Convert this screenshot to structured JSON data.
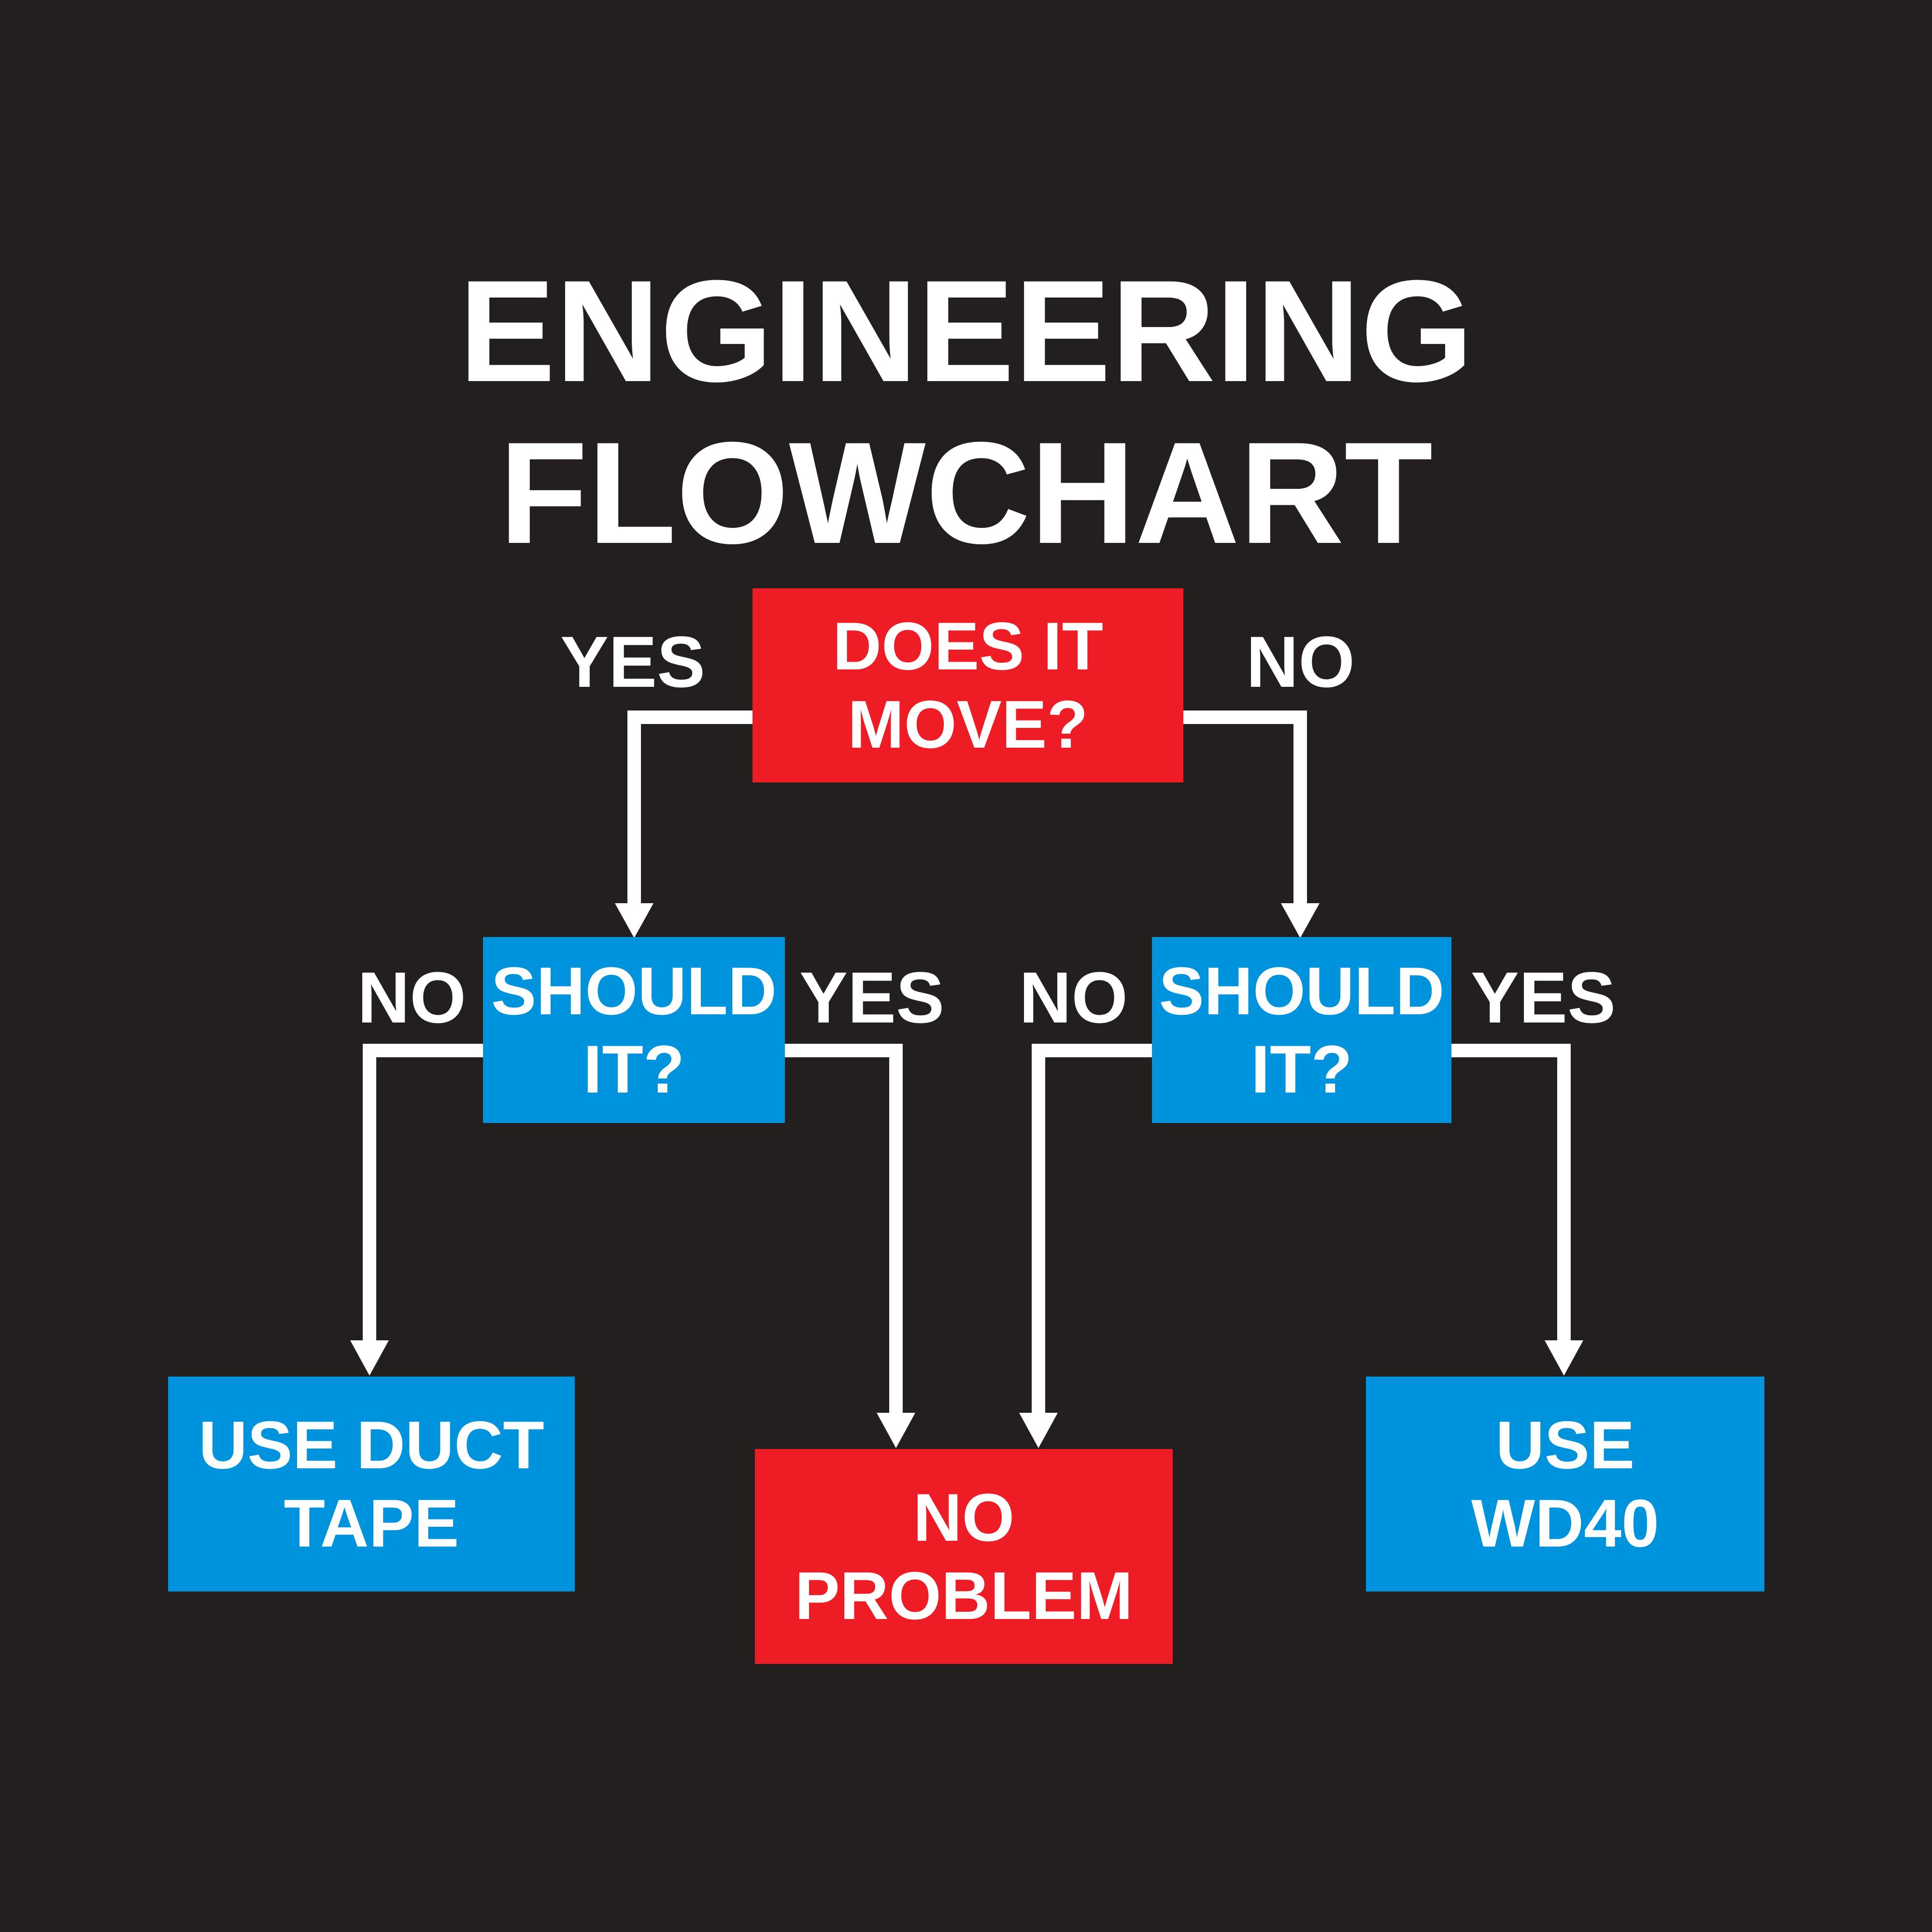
{
  "title": {
    "line1": "ENGINEERING",
    "line2": "FLOWCHART"
  },
  "colors": {
    "background": "#231f1f",
    "red": "#ee1c25",
    "blue": "#0093dd",
    "text": "#ffffff"
  },
  "nodes": {
    "root": {
      "line1": "DOES IT",
      "line2": "MOVE?"
    },
    "left_question": {
      "line1": "SHOULD",
      "line2": "IT?"
    },
    "right_question": {
      "line1": "SHOULD",
      "line2": "IT?"
    },
    "duct_tape": {
      "line1": "USE DUCT",
      "line2": "TAPE"
    },
    "no_problem": {
      "line1": "NO",
      "line2": "PROBLEM"
    },
    "wd40": {
      "line1": "USE",
      "line2": "WD40"
    }
  },
  "edge_labels": {
    "root_yes": "YES",
    "root_no": "NO",
    "left_no": "NO",
    "left_yes": "YES",
    "right_no": "NO",
    "right_yes": "YES"
  }
}
